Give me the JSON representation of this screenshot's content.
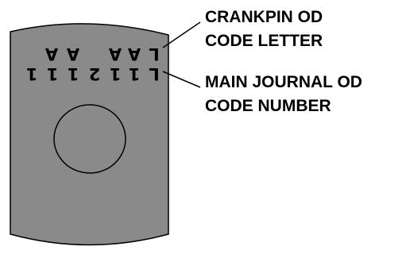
{
  "callouts": {
    "crankpin_line1": "CRANKPIN OD",
    "crankpin_line2": "CODE LETTER",
    "journal_line1": "MAIN JOURNAL OD",
    "journal_line2": "CODE NUMBER"
  },
  "stamped_codes": {
    "letters": [
      "A",
      "A",
      "A",
      "A",
      "L"
    ],
    "numbers": [
      "1",
      "1",
      "1",
      "2",
      "1",
      "1",
      "L"
    ]
  },
  "colors": {
    "part_fill": "#8a8a8a",
    "outline": "#000000",
    "text": "#000000",
    "background": "#ffffff"
  }
}
